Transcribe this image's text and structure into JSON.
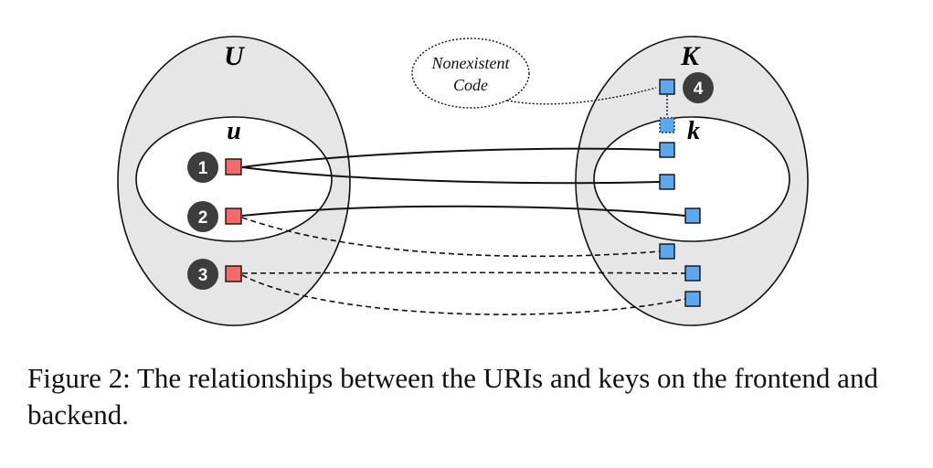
{
  "labels": {
    "set_U": "U",
    "subset_u": "u",
    "set_K": "K",
    "subset_k": "k",
    "bubble_line1": "Nonexistent",
    "bubble_line2": "Code"
  },
  "badges": [
    "1",
    "2",
    "3",
    "4"
  ],
  "caption": "Figure 2: The relationships between the URIs and keys on the frontend and backend.",
  "colors": {
    "outer_set_fill": "#e6e6e6",
    "inner_set_fill": "#ffffff",
    "uri_square": "#f26b6b",
    "key_square": "#5aa9f0",
    "badge": "#3d3d3d",
    "stroke": "#111111"
  }
}
